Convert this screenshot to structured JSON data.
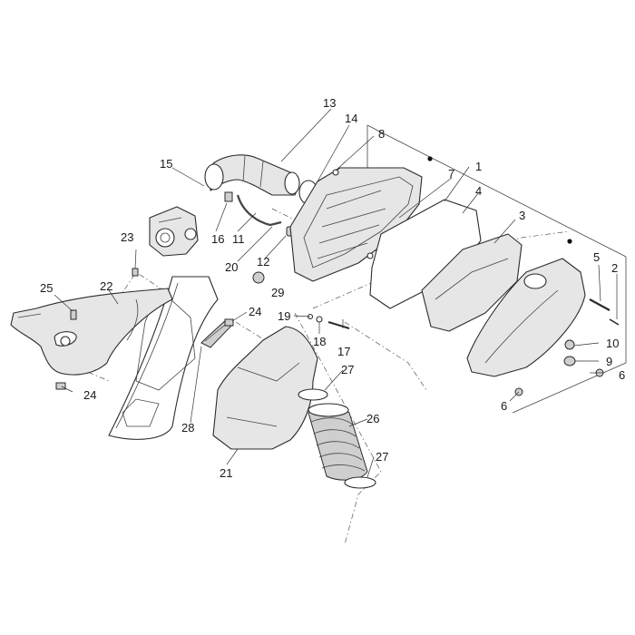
{
  "callouts": [
    {
      "id": "c1",
      "label": "1"
    },
    {
      "id": "c2",
      "label": "2"
    },
    {
      "id": "c3",
      "label": "3"
    },
    {
      "id": "c4",
      "label": "4"
    },
    {
      "id": "c5",
      "label": "5"
    },
    {
      "id": "c6a",
      "label": "6"
    },
    {
      "id": "c6b",
      "label": "6"
    },
    {
      "id": "c7",
      "label": "7"
    },
    {
      "id": "c8",
      "label": "8"
    },
    {
      "id": "c9",
      "label": "9"
    },
    {
      "id": "c10",
      "label": "10"
    },
    {
      "id": "c11",
      "label": "11"
    },
    {
      "id": "c12",
      "label": "12"
    },
    {
      "id": "c13",
      "label": "13"
    },
    {
      "id": "c14",
      "label": "14"
    },
    {
      "id": "c15",
      "label": "15"
    },
    {
      "id": "c16",
      "label": "16"
    },
    {
      "id": "c17",
      "label": "17"
    },
    {
      "id": "c18",
      "label": "18"
    },
    {
      "id": "c19",
      "label": "19"
    },
    {
      "id": "c20",
      "label": "20"
    },
    {
      "id": "c21",
      "label": "21"
    },
    {
      "id": "c22",
      "label": "22"
    },
    {
      "id": "c23",
      "label": "23"
    },
    {
      "id": "c24a",
      "label": "24"
    },
    {
      "id": "c24b",
      "label": "24"
    },
    {
      "id": "c25",
      "label": "25"
    },
    {
      "id": "c26",
      "label": "26"
    },
    {
      "id": "c27a",
      "label": "27"
    },
    {
      "id": "c27b",
      "label": "27"
    },
    {
      "id": "c28",
      "label": "28"
    },
    {
      "id": "c29",
      "label": "29"
    }
  ]
}
